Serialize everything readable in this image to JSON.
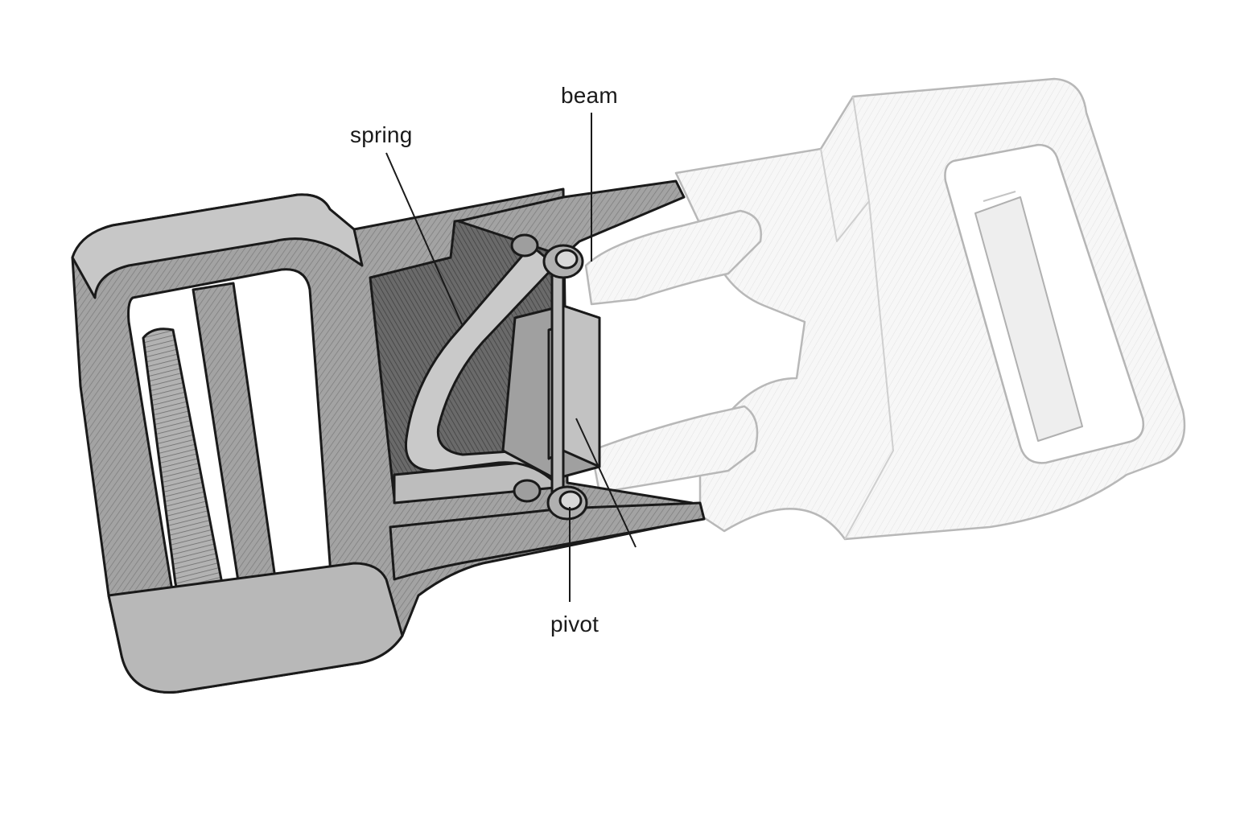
{
  "diagram": {
    "labels": {
      "beam": "beam",
      "spring": "spring",
      "pivot": "pivot"
    },
    "colors": {
      "line": "#1a1a1a",
      "body_fill": "#9a9a9a",
      "body_dark": "#5c5c5c",
      "body_light": "#c4c4c4",
      "ghost_stroke": "#bdbdbd",
      "ghost_fill": "#f6f6f6",
      "background": "#ffffff"
    }
  }
}
